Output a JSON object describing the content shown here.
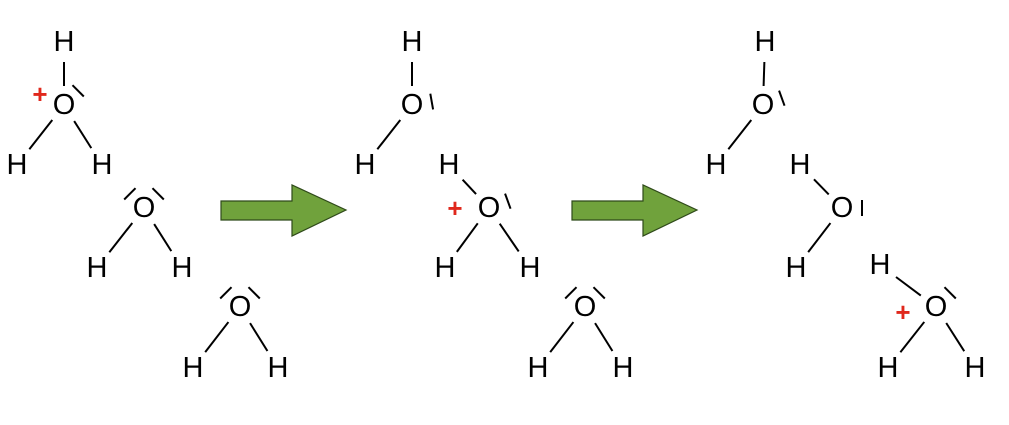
{
  "diagram": {
    "title": "Proton hopping between water molecules (Grotthuss mechanism)",
    "labels": {
      "hydrogen": "H",
      "oxygen": "O",
      "charge": "+"
    },
    "colors": {
      "arrow_fill": "#70a23c",
      "arrow_stroke": "#2f4a1a",
      "charge": "#e0281c"
    },
    "stages": [
      {
        "name": "stage-1",
        "molecules": [
          "hydronium",
          "water",
          "water"
        ]
      },
      {
        "name": "stage-2",
        "molecules": [
          "water",
          "hydronium",
          "water"
        ]
      },
      {
        "name": "stage-3",
        "molecules": [
          "water",
          "water",
          "hydronium"
        ]
      }
    ]
  }
}
